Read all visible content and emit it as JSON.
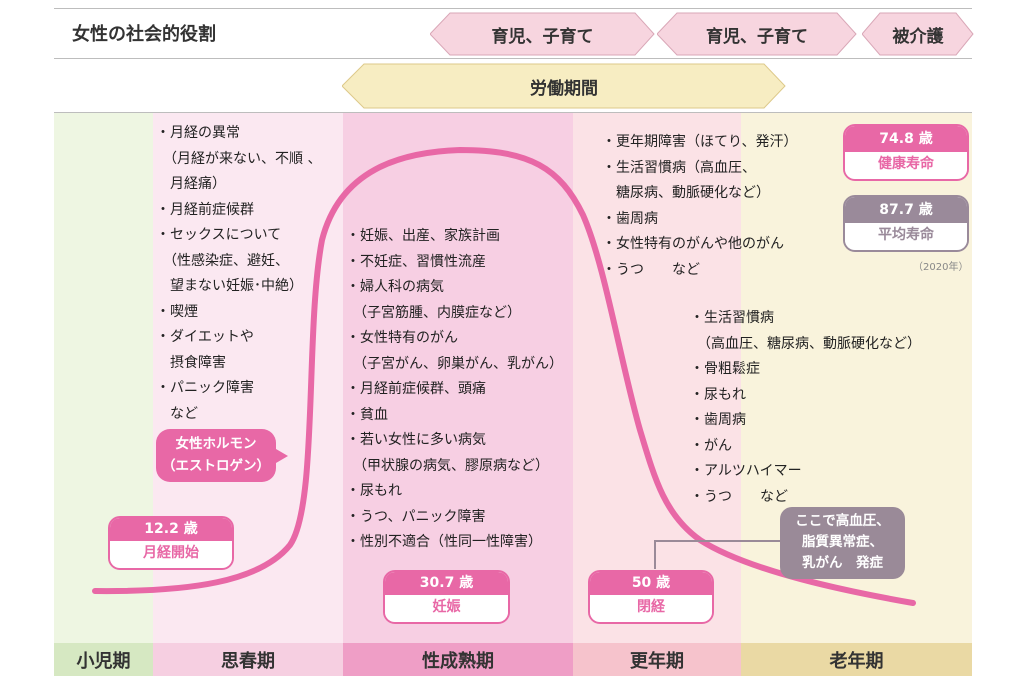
{
  "header": {
    "title": "女性の社会的役割",
    "roles": [
      {
        "label": "育児、子育て"
      },
      {
        "label": "育児、子育て"
      },
      {
        "label": "被介護"
      }
    ],
    "work_period": "労働期間"
  },
  "stages": [
    {
      "label": "小児期"
    },
    {
      "label": "思春期"
    },
    {
      "label": "性成熟期"
    },
    {
      "label": "更年期"
    },
    {
      "label": "老年期"
    }
  ],
  "puberty_list": "・月経の異常\n　（月経が来ない、不順 、\n　月経痛）\n・月経前症候群\n・セックスについて\n　（性感染症、避妊、\n　望まない妊娠･中絶）\n・喫煙\n・ダイエットや\n　摂食障害\n・パニック障害\n　など",
  "maturity_list": "・妊娠、出産、家族計画\n・不妊症、習慣性流産\n・婦人科の病気\n　（子宮筋腫、内膜症など）\n・女性特有のがん\n　（子宮がん、卵巣がん、乳がん）\n・月経前症候群、頭痛\n・貧血\n・若い女性に多い病気\n　（甲状腺の病気、膠原病など）\n・尿もれ\n・うつ、パニック障害\n・性別不適合（性同一性障害）",
  "menopause_list": "・更年期障害（ほてり、発汗）\n・生活習慣病（高血圧、\n　糖尿病、動脈硬化など）\n・歯周病\n・女性特有のがんや他のがん\n・うつ　　など",
  "senior_list": "・生活習慣病\n　（高血圧、糖尿病、動脈硬化など）\n・骨粗鬆症\n・尿もれ\n・歯周病\n・がん\n・アルツハイマー\n・うつ　　など",
  "hormone_label": "女性ホルモン\n（エストロゲン）",
  "milestones": {
    "menarche": {
      "age": "12.2 歳",
      "label": "月経開始"
    },
    "pregnancy": {
      "age": "30.7 歳",
      "label": "妊娠"
    },
    "menopause": {
      "age": "50 歳",
      "label": "閉経"
    },
    "healthy_life": {
      "age": "74.8 歳",
      "label": "健康寿命"
    },
    "life_expectancy": {
      "age": "87.7 歳",
      "label": "平均寿命"
    }
  },
  "year_note": "（2020年）",
  "risk_note": "ここで高血圧、\n脂質異常症、\n乳がん　発症",
  "colors": {
    "curve": "#e868a6",
    "childhood": "#eef6e2",
    "puberty": "#fbe8f1",
    "maturity": "#f7cfe3",
    "menopause": "#fbe2e6",
    "senior": "#f9f3dc",
    "badge_pink": "#e868a6",
    "badge_gray": "#9a8a9a",
    "note_gray": "#9a8a98"
  }
}
